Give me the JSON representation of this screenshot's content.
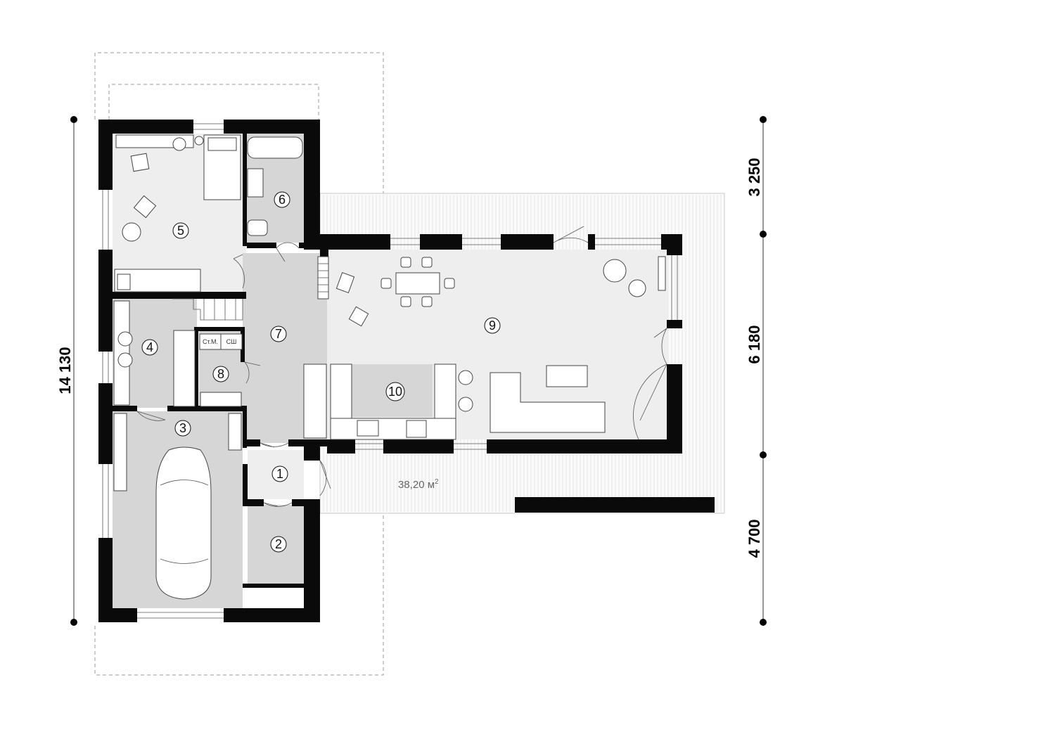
{
  "dimensions": {
    "total": "14 130",
    "top": "3 250",
    "middle": "6 180",
    "bottom": "4 700"
  },
  "rooms": [
    {
      "id": "1",
      "label": "1"
    },
    {
      "id": "2",
      "label": "2"
    },
    {
      "id": "3",
      "label": "3"
    },
    {
      "id": "4",
      "label": "4"
    },
    {
      "id": "5",
      "label": "5"
    },
    {
      "id": "6",
      "label": "6"
    },
    {
      "id": "7",
      "label": "7"
    },
    {
      "id": "8",
      "label": "8"
    },
    {
      "id": "9",
      "label": "9"
    },
    {
      "id": "10",
      "label": "10"
    }
  ],
  "appliances": {
    "washer": "Ст.М.",
    "dryer": "СШ"
  },
  "terrace": {
    "area_value": "38,20 м",
    "area_sup": "2"
  },
  "colors": {
    "wall": "#0a0a0a",
    "floor_dark": "#d6d6d6",
    "floor_light": "#eeeeee"
  }
}
